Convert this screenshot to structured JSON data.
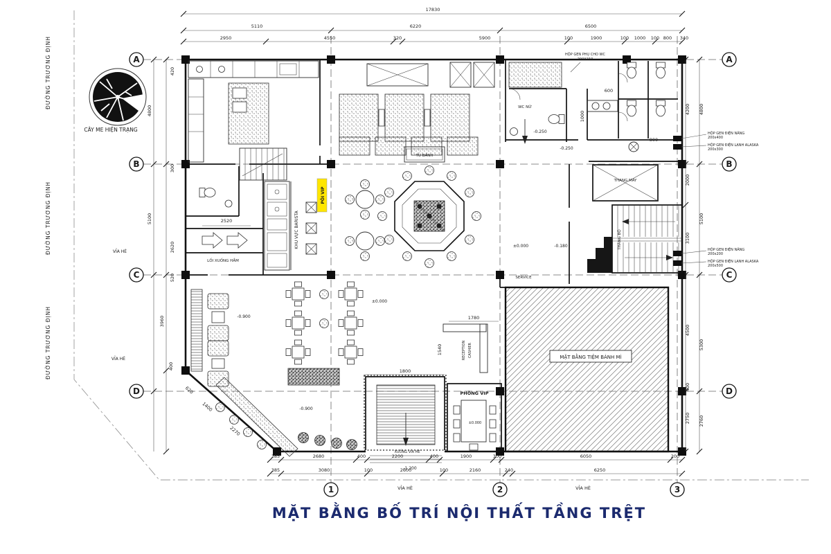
{
  "title": "MẶT BẰNG BỐ TRÍ NỘI THẤT TẦNG TRỆT",
  "colors": {
    "title_text": "#1b2a6e",
    "vip_tag": "#ffe600"
  },
  "axes": {
    "a": "A",
    "b": "B",
    "c": "C",
    "d": "D",
    "n1": "1",
    "n2": "2",
    "n3": "3"
  },
  "site": {
    "street": "ĐƯỜNG TRƯƠNG ĐỊNH",
    "sidewalk": "VỈA HÈ",
    "tree": "CÂY ME HIỆN TRẠNG"
  },
  "rooms": {
    "wc_nu": "WC NỮ",
    "tu_banh": "TỦ BÁNH",
    "barista": "KHU VỰC BARISTA",
    "poi_vip": "PÔI VIP",
    "thang_may": "THANG MÁY",
    "thang_bo": "THANG BỘ",
    "service": "SERVICE",
    "reception": "RECEPTION",
    "cashier": "CASHIER",
    "phong_vip": "PHÒNG VIP",
    "bakery": "MẶT BẰNG TIỆM BÁNH MÌ",
    "loi_xuong_ham": "LỐI XUỐNG HẦM",
    "xuong_via_he": "XUỐNG VỈA HÈ"
  },
  "notes": {
    "gen_wc": "HỘP GEN PHỤ CHO WC",
    "gen_wc_size": "200X150",
    "gen_dien_nang": "HỘP GEN ĐIỆN NĂNG",
    "gen_dien_nang_size1": "200x400",
    "gen_dien_nang_size2": "200x200",
    "gen_lanh": "HỘP GEN ĐIỆN LẠNH ALASKA",
    "gen_lanh_size1": "200x300",
    "gen_lanh_size2": "200x500"
  },
  "levels": {
    "zero": "±0.000",
    "m900": "-0.900",
    "m250": "-0.250",
    "m180": "-0.180",
    "m1200": "-1.200"
  },
  "dims": {
    "total": "17830",
    "top_seg": [
      "5110",
      "6220",
      "6500"
    ],
    "top_fine": [
      "2950",
      "4550",
      "320",
      "5900",
      "100",
      "1900",
      "100",
      "1000",
      "100",
      "800",
      "340"
    ],
    "left_outer": [
      "4800",
      "5100"
    ],
    "left_inner": [
      "420",
      "300",
      "2620",
      "520",
      "3960",
      "400"
    ],
    "left_diag": [
      "620",
      "1400",
      "2270"
    ],
    "right_outer": [
      "4800",
      "5100",
      "5300",
      "2760"
    ],
    "right_inner": [
      "4200",
      "2000",
      "3100",
      "4500",
      "400",
      "2750"
    ],
    "wc_small": [
      "600",
      "800",
      "1000"
    ],
    "bottom_r1": [
      "385",
      "2680",
      "400",
      "2200",
      "400",
      "1900",
      "300",
      "6050",
      "200"
    ],
    "bottom_r2": [
      "385",
      "3080",
      "100",
      "2600",
      "100",
      "2160",
      "240",
      "6250"
    ],
    "interior": {
      "d2520": "2520",
      "d1780": "1780",
      "d1540": "1540",
      "d1800": "1800"
    }
  }
}
